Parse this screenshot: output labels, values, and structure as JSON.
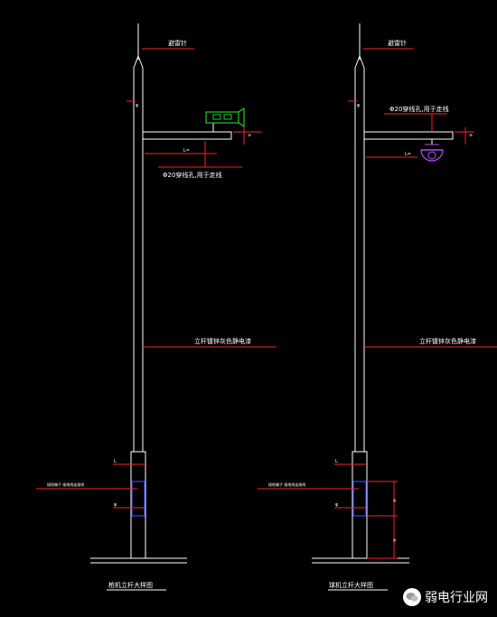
{
  "colors": {
    "background": "#000000",
    "line": "#ffffff",
    "leader": "#ff2020",
    "camera": "#22cc22",
    "dome": "#b64dff",
    "base_box": "#3344ff"
  },
  "left_drawing": {
    "lightning_label": "避雷针",
    "arm_dim": "L=",
    "pole_dim": "φ",
    "cable_hole_note": "Φ20穿线孔,用于走线",
    "pole_material_note": "立杆镀锌灰色静电漆",
    "base_label_1": "L",
    "base_label_2": "φ",
    "base_note": "接地端子 接地线连接线",
    "side_dim": "≥",
    "caption": "枪机立杆大样图"
  },
  "right_drawing": {
    "lightning_label": "避雷针",
    "cable_hole_note": "Φ20穿线孔,用于走线",
    "arm_dim": "L=",
    "pole_dim": "φ",
    "pole_material_note": "立杆镀锌灰色静电漆",
    "base_label_1": "L",
    "base_label_2": "φ",
    "base_note": "接地端子 接地线连接线",
    "base_dim_1": "≥",
    "base_dim_2": "≥",
    "side_dim": "≥",
    "caption": "球机立杆大样图"
  },
  "watermark": {
    "icon": "wechat-icon",
    "text": "弱电行业网"
  }
}
